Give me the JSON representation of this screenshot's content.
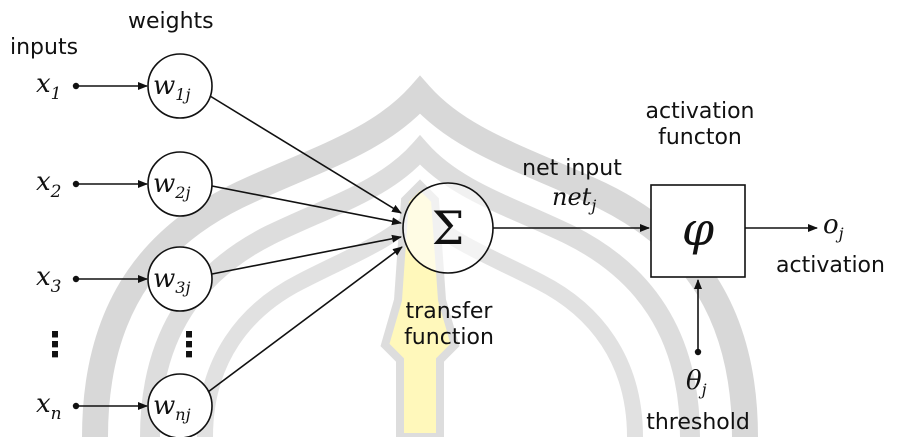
{
  "labels": {
    "inputs": "inputs",
    "weights": "weights",
    "net_input": "net input",
    "activation_function_line1": "activation",
    "activation_function_line2": "functon",
    "transfer_function_line1": "transfer",
    "transfer_function_line2": "function",
    "activation": "activation",
    "threshold": "threshold"
  },
  "inputs": [
    {
      "base": "x",
      "sub": "1"
    },
    {
      "base": "x",
      "sub": "2"
    },
    {
      "base": "x",
      "sub": "3"
    },
    {
      "base": "x",
      "sub": "n"
    }
  ],
  "weights": [
    {
      "base": "w",
      "sub": "1j"
    },
    {
      "base": "w",
      "sub": "2j"
    },
    {
      "base": "w",
      "sub": "3j"
    },
    {
      "base": "w",
      "sub": "nj"
    }
  ],
  "ellipsis": "⋮",
  "sum_symbol": "Σ",
  "net_symbol": {
    "base": "net",
    "sub": "j"
  },
  "phi_symbol": "φ",
  "output_symbol": {
    "base": "o",
    "sub": "j"
  },
  "threshold_symbol": {
    "base": "θ",
    "sub": "j"
  },
  "colors": {
    "ink": "#111111",
    "watermark_gray": "#cfcfcf",
    "watermark_yellow": "#fff7b0"
  }
}
